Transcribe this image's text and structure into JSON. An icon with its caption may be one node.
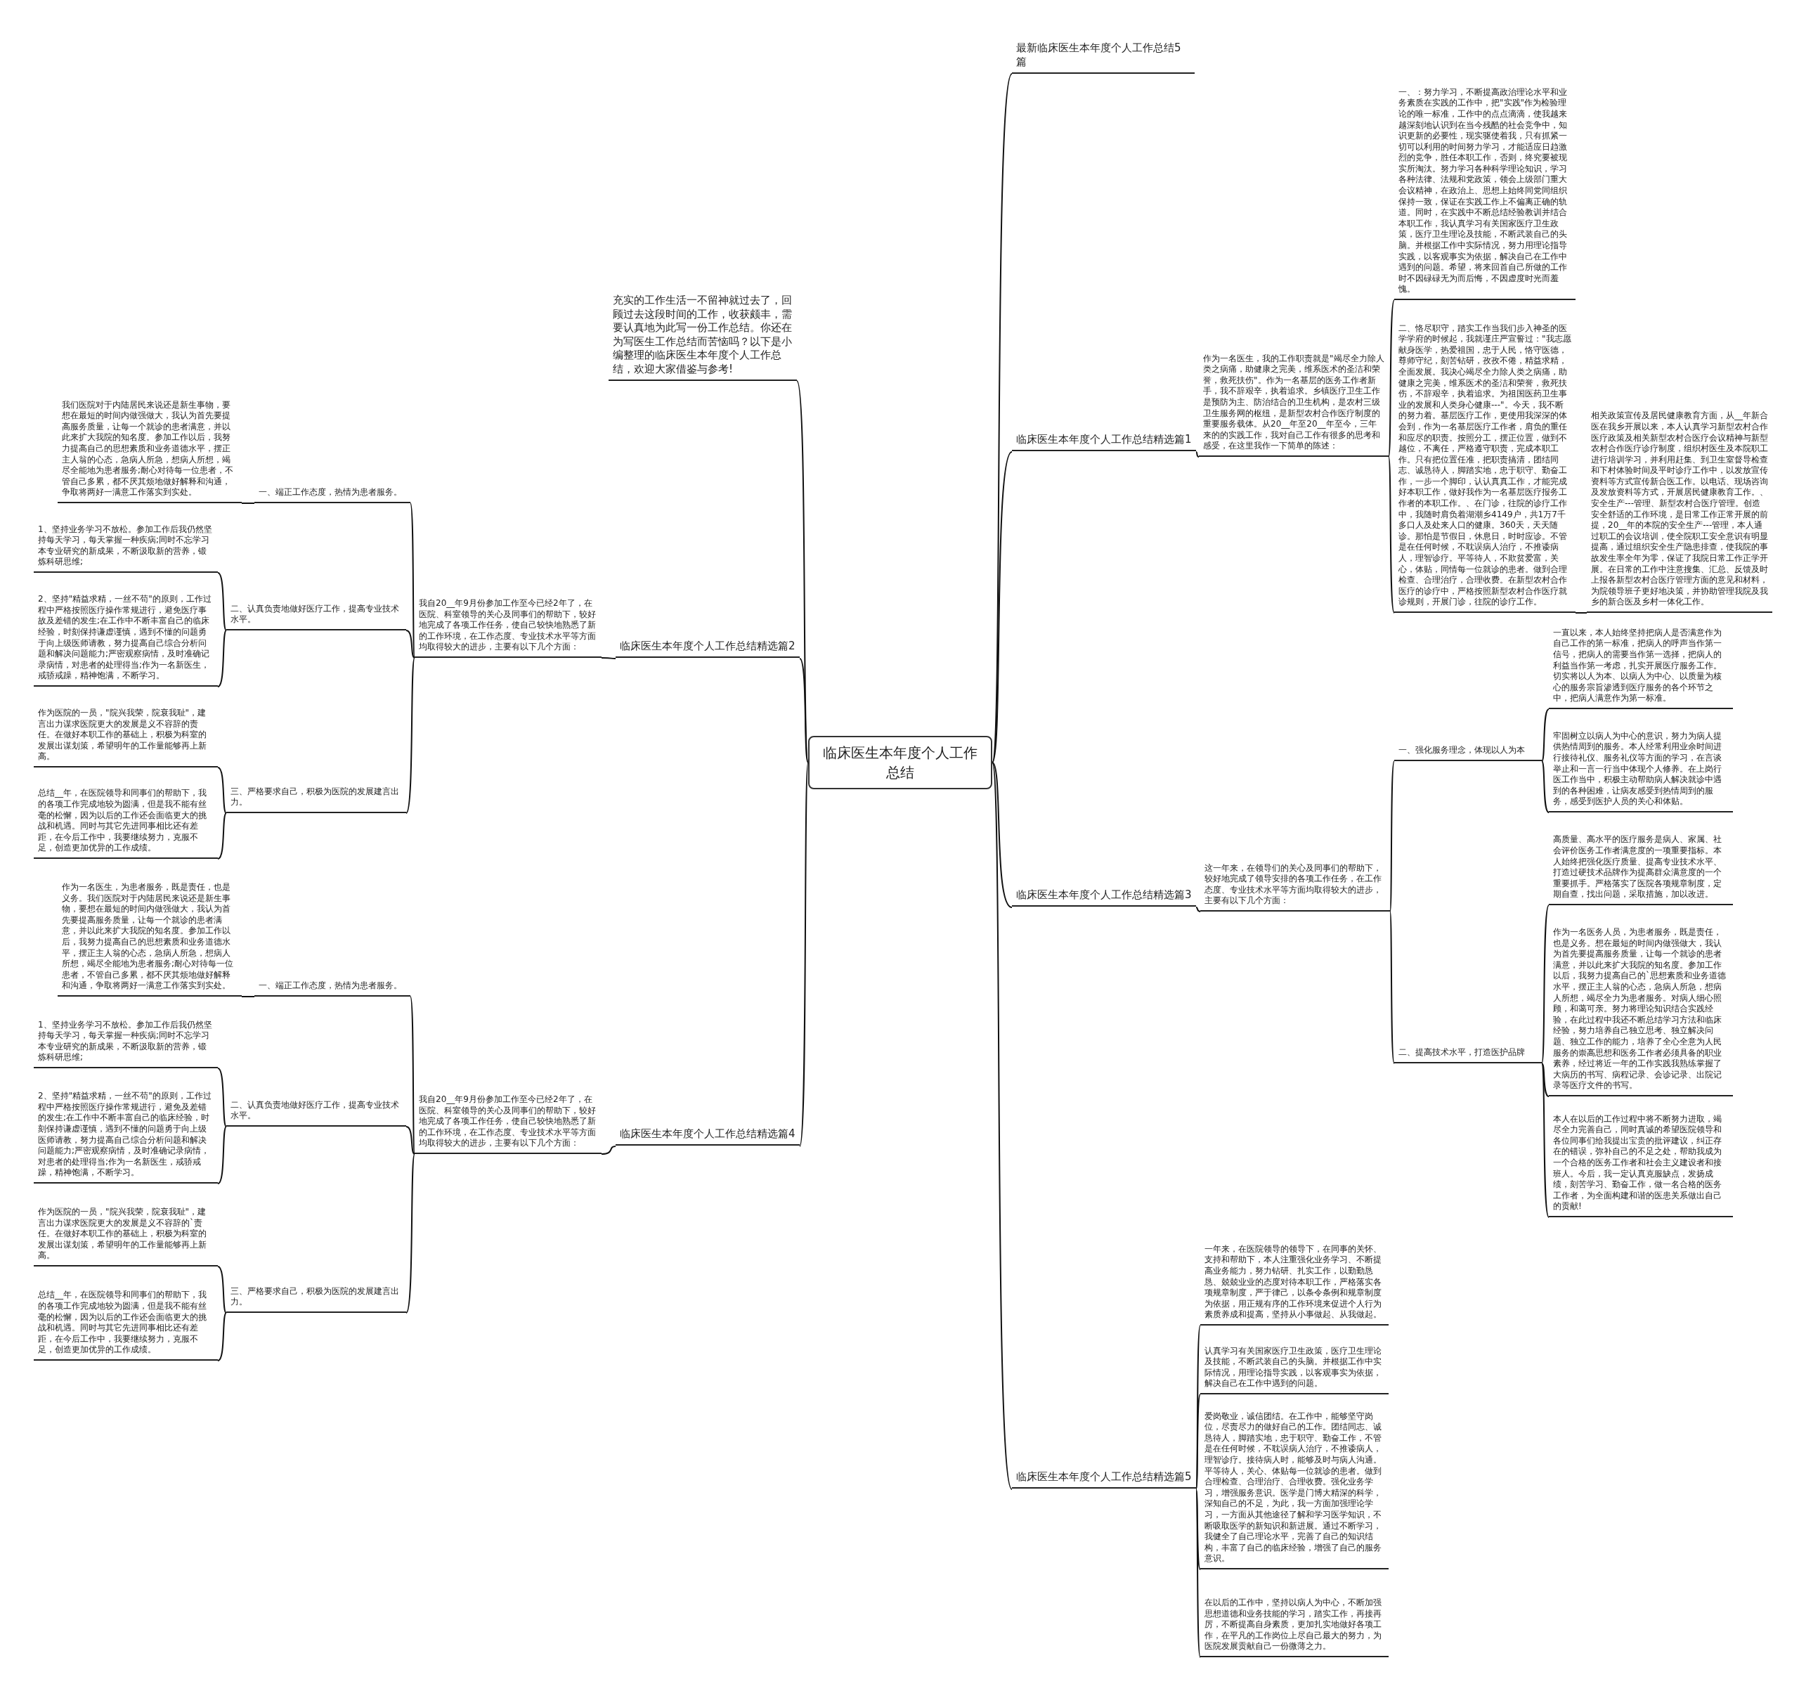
{
  "diagram": {
    "nodes": [
      {
        "text": [
          "临床医生本年度个人工作总结"
        ]
      },
      {
        "text": [
          "最新临床医生本年度个人工作总结5篇"
        ]
      },
      {
        "text": [
          "充实的工作生活一不留神就过去了，回顾过去这段时间的工作，收获颇丰，需要认真地为此写一份工作总结。你还在为写医生工作总结而苦恼吗？以下是小编整理的临床医生本年度个人工作总结，欢迎大家借鉴与参考!"
        ]
      },
      {
        "text": [
          "临床医生本年度个人工作总结精选篇1"
        ]
      },
      {
        "text": [
          "作为一名医生，我的工作职责就是\"竭尽全力除人类之病痛，助健康之完美，维系医术的圣洁和荣誉，救死扶伤\"。作为一名基层的医务工作者新手，我不辞艰辛，执着追求。乡镇医疗卫生工作是预防为主、防治结合的卫生机构，是农村三级卫生服务网的枢纽，是新型农村合作医疗制度的重要服务载体。从20__年至20__年至今，三年来的的实践工作，我对自己工作有很多的思考和感受，在这里我作一下简单的陈述："
        ]
      },
      {
        "text": [
          "一、：努力学习，不断提高政治理论水平和业务素质在实践的工作中，把\"实践\"作为检验理论的唯一标准，工作中的点点滴滴，使我越来越深刻地认识到在当今残酷的社会竞争中，知识更新的必要性，现实驱使着我，只有抓紧一切可以利用的时间努力学习，才能适应日趋激烈的竞争，胜任本职工作，否则，终究要被现实所淘汰。努力学习各种科学理论知识，学习各种法律、法规和党政策，领会上级部门重大会议精神，在政治上、思想上始终同党同组织保持一致，保证在实践工作上不偏离正确的轨道。同时，在实践中不断总结经验教训并结合本职工作，我认真学习有关国家医疗卫生政策，医疗卫生理论及技能，不断武装自己的头脑。并根据工作中实际情况，努力用理论指导实践，以客观事实为依据，解决自己在工作中遇到的问题。希望，将来回首自己所做的工作时不因碌碌无为而后悔，不因虚度时光而羞愧。"
        ]
      },
      {
        "text": [
          "二、恪尽职守，踏实工作当我们步入神圣的医学学府的时候起，我就谨庄严宣誓过：\"我志愿献身医学，热爱祖国，忠于人民，恪守医德，尊师守纪，刻苦钻研，孜孜不倦，精益求精，全面发展。我决心竭尽全力除人类之病痛，助健康之完美，维系医术的圣洁和荣誉，救死扶伤，不辞艰辛，执着追求。为祖国医药卫生事业的发展和人类身心健康---\"。今天，我不断的努力着。基层医疗工作，更使用我深深的体会到，作为一名基层医疗工作者，肩负的重任和应尽的职责。按照分工，摆正位置，做到不越位，不离任，严格遵守职责，完成本职工作。只有把位置任准，把职责搞清，团结同志、诚恳待人，脚踏实地，忠于职守、勤奋工作，一步一个脚印，认认真真工作，才能完成好本职工作，做好我作为一名基层医疗报务工作者的本职工作。、在门诊，往院的诊疗工作中，我随时肩负着湖潮乡4149户，共1万7千多口人及处来人口的健康。360天，天天随诊。那怕是节假日，休息日，时时应诊。不管是在任何时候，不耽误病人治疗，不推诿病人，理智诊疗。平等待人，不欺贫爱富，关心，体贴，同情每一位就诊的患者。做到合理检查、合理治疗，合理收费。在新型农村合作医疗的诊疗中，严格按照新型农村合作医疗就诊规则，开展门诊，往院的诊疗工作。"
        ]
      },
      {
        "text": [
          "相关政策宣传及居民健康教育方面，从__年新合医在我乡开展以来，本人认真学习新型农村合作医疗政策及相关新型农村合医疗会议精神与新型农村合作医疗诊疗制度，组织村医生及本院职工进行培训学习，并利用赶集、到卫生室督导检查和下村体验时间及平时诊疗工作中，以发放宣传资料等方式宣传新合医工作。以电话、现场咨询及发放资料等方式，开展居民健康教育工作。、安全生产---管理、新型农村合医疗管理。创造安全舒适的工作环境，是日常工作正常开展的前提，20__年的本院的安全生产---管理，本人通过职工的会议培训，使全院职工安全意识有明显提高，通过组织安全生产隐患排查，使我院的事故发生率全年为零，保证了我院日常工作正学开展。在日常的工作中注意搜集、汇总、反馈及时上报各新型农村合医疗管理方面的意见和材料，为院领导班子更好地决策，并协助管理我院及我乡的新合医及乡村一体化工作。"
        ]
      },
      {
        "text": [
          "临床医生本年度个人工作总结精选篇2"
        ]
      },
      {
        "text": [
          "我自20__年9月份参加工作至今已经2年了，在医院、科室领导的关心及同事们的帮助下，较好地完成了各项工作任务，使自己较快地熟悉了新的工作环境，在工作态度、专业技术水平等方面均取得较大的进步，主要有以下几个方面："
        ]
      },
      {
        "text": [
          "一、端正工作态度，热情为患者服务。"
        ]
      },
      {
        "text": [
          "我们医院对于内陆居民来说还是新生事物，要想在最短的时间内做强做大，我认为首先要提高服务质量，让每一个就诊的患者满意，并以此来扩大我院的知名度。参加工作以后，我努力提高自己的思想素质和业务道德水平，摆正主人翁的心态，急病人所急，想病人所想，竭尽全能地为患者服务;耐心对待每一位患者，不管自己多累，都不厌其烦地做好解释和沟通，争取将两好一满意工作落实到实处。"
        ]
      },
      {
        "text": [
          "二、认真负责地做好医疗工作，提高专业技术水平。"
        ]
      },
      {
        "text": [
          "1、坚持业务学习不放松。参加工作后我仍然坚持每天学习，每天掌握一种疾病;同时不忘学习本专业研究的新成果，不断汲取新的营养，锻炼科研思维;"
        ]
      },
      {
        "text": [
          "2、坚持\"精益求精，一丝不苟\"的原则，工作过程中严格按照医疗操作常规进行，避免医疗事故及差错的发生;在工作中不断丰富自己的临床经验，时刻保持谦虚谨慎，遇到不懂的问题勇于向上级医师请教，努力提高自己综合分析问题和解决问题能力;严密观察病情，及时准确记录病情，对患者的处理得当;作为一名新医生，戒骄戒躁，精神饱满，不断学习。"
        ]
      },
      {
        "text": [
          "三、严格要求自己，积极为医院的发展建言出力。"
        ]
      },
      {
        "text": [
          "作为医院的一员，\"院兴我荣，院衰我耻\"，建言出力谋求医院更大的发展是义不容辞的责任。在做好本职工作的基础上，积极为科室的发展出谋划策，希望明年的工作量能够再上新高。"
        ]
      },
      {
        "text": [
          "总结__年，在医院领导和同事们的帮助下，我的各项工作完成地较为圆满，但是我不能有丝毫的松懈，因为以后的工作还会面临更大的挑战和机遇。同时与其它先进同事相比还有差距，在今后工作中，我要继续努力，克服不足，创造更加优异的工作成绩。"
        ]
      },
      {
        "text": [
          "临床医生本年度个人工作总结精选篇3"
        ]
      },
      {
        "text": [
          "这一年来，在领导们的关心及同事们的帮助下，较好地完成了领导安排的各项工作任务，在工作态度、专业技术水平等方面均取得较大的进步，主要有以下几个方面："
        ]
      },
      {
        "text": [
          "一、强化服务理念，体现以人为本"
        ]
      },
      {
        "text": [
          "一直以来，本人始终坚持把病人是否满意作为自己工作的第一标准，把病人的呼声当作第一信号，把病人的需要当作第一选择，把病人的利益当作第一考虑，扎实开展医疗服务工作。切实将以人为本、以病人为中心、以质量为核心的服务宗旨渗透到医疗服务的各个环节之中，把病人满意作为第一标准。"
        ]
      },
      {
        "text": [
          "牢固树立以病人为中心的意识，努力为病人提供热情周到的服务。本人经常利用业余时间进行接待礼仪、服务礼仪等方面的学习，在言谈举止和一言一行当中体现个人修养。在上岗行医工作当中，积极主动帮助病人解决就诊中遇到的各种困难，让病友感受到热情周到的服务，感受到医护人员的关心和体贴。"
        ]
      },
      {
        "text": [
          "二、提高技术水平，打造医护品牌"
        ]
      },
      {
        "text": [
          "高质量、高水平的医疗服务是病人、家属、社会评价医务工作者满意度的一项重要指标。本人始终把强化医疗质量、提高专业技术水平、打造过硬技术品牌作为提高群众满意度的一个重要抓手。严格落实了医院各项规章制度，定期自查，找出问题，采取措施，加以改进。"
        ]
      },
      {
        "text": [
          "作为一名医务人员，为患者服务，既是责任，也是义务。想在最短的时间内做强做大，我认为首先要提高服务质量，让每一个就诊的患者满意，并以此来扩大我院的知名度。参加工作以后，我努力提高自己的`思想素质和业务道德水平，摆正主人翁的心态，急病人所急，想病人所想，竭尽全力为患者服务。对病人细心照顾，和蔼可亲。努力将理论知识结合实践经验，在此过程中我还不断总结学习方法和临床经验，努力培养自己独立思考、独立解决问题、独立工作的能力，培养了全心全意为人民服务的崇高思想和医务工作者必须具备的职业素养，经过将近一年的工作实践我熟练掌握了大病历的书写、病程记录、会诊记录、出院记录等医疗文件的书写。"
        ]
      },
      {
        "text": [
          "本人在以后的工作过程中将不断努力进取，竭尽全力完善自己，同时真诚的希望医院领导和各位同事们给我提出宝贵的批评建议，纠正存在的错误，弥补自己的不足之处，帮助我成为一个合格的医务工作者和社会主义建设者和接班人。今后，我一定认真克服缺点，发扬成绩，刻苦学习、勤奋工作，做一名合格的医务工作者，为全面构建和谐的医患关系做出自己的贡献!"
        ]
      },
      {
        "text": [
          "临床医生本年度个人工作总结精选篇4"
        ]
      },
      {
        "text": [
          "我自20__年9月份参加工作至今已经2年了，在医院、科室领导的关心及同事们的帮助下，较好地完成了各项工作任务，使自己较快地熟悉了新的工作环境，在工作态度、专业技术水平等方面均取得较大的进步，主要有以下几个方面："
        ]
      },
      {
        "text": [
          "一、端正工作态度，热情为患者服务。"
        ]
      },
      {
        "text": [
          "作为一名医生，为患者服务，既是责任，也是义务。我们医院对于内陆居民来说还是新生事物，要想在最短的时间内做强做大，我认为首先要提高服务质量，让每一个就诊的患者满意，并以此来扩大我院的知名度。参加工作以后，我努力提高自己的思想素质和业务道德水平，摆正主人翁的心态，急病人所急，想病人所想，竭尽全能地为患者服务;耐心对待每一位患者，不管自己多累，都不厌其烦地做好解释和沟通，争取将两好一满意工作落实到实处。"
        ]
      },
      {
        "text": [
          "二、认真负责地做好医疗工作，提高专业技术水平。"
        ]
      },
      {
        "text": [
          "1、坚持业务学习不放松。参加工作后我仍然坚持每天学习，每天掌握一种疾病;同时不忘学习本专业研究的新成果，不断汲取新的营养，锻炼科研思维;"
        ]
      },
      {
        "text": [
          "2、坚持\"精益求精，一丝不苟\"的原则，工作过程中严格按照医疗操作常规进行，避免及差错的发生;在工作中不断丰富自己的临床经验，时刻保持谦虚谨慎，遇到不懂的问题勇于向上级医师请教，努力提高自己综合分析问题和解决问题能力;严密观察病情，及时准确记录病情，对患者的处理得当;作为一名新医生，戒骄戒躁，精神饱满，不断学习。"
        ]
      },
      {
        "text": [
          "三、严格要求自己，积极为医院的发展建言出力。"
        ]
      },
      {
        "text": [
          "作为医院的一员，\"院兴我荣，院衰我耻\"，建言出力谋求医院更大的发展是义不容辞的`责任。在做好本职工作的基础上，积极为科室的发展出谋划策，希望明年的工作量能够再上新高。"
        ]
      },
      {
        "text": [
          "总结__年，在医院领导和同事们的帮助下，我的各项工作完成地较为圆满，但是我不能有丝毫的松懈，因为以后的工作还会面临更大的挑战和机遇。同时与其它先进同事相比还有差距，在今后工作中，我要继续努力，克服不足，创造更加优异的工作成绩。"
        ]
      },
      {
        "text": [
          "临床医生本年度个人工作总结精选篇5"
        ]
      },
      {
        "text": [
          "一年来，在医院领导的领导下，在同事的关怀、支持和帮助下，本人注重强化业务学习、不断提高业务能力，努力钻研、扎实工作，以勤勤恳恳、兢兢业业的态度对待本职工作，严格落实各项规章制度，严于律己，以条令条例和规章制度为依据，用正规有序的工作环境来促进个人行为素质养成和提高，坚持从小事做起、从我做起。"
        ]
      },
      {
        "text": [
          "认真学习有关国家医疗卫生政策，医疗卫生理论及技能，不断武装自己的头脑。并根据工作中实际情况，用理论指导实践，以客观事实为依据，解决自己在工作中遇到的问题。"
        ]
      },
      {
        "text": [
          "爱岗敬业，诚信团结。在工作中，能够坚守岗位，尽责尽力的做好自己的工作。团结同志、诚恳待人，脚踏实地，忠于职守、勤奋工作，不管是在任何时候，不耽误病人治疗，不推诿病人，理智诊疗。接待病人时，能够及时与病人沟通。平等待人，关心、体贴每一位就诊的患者。做到合理检查、合理治疗、合理收费。强化业务学习，增强服务意识。医学是门博大精深的科学，深知自己的不足，为此，我一方面加强理论学习，一方面从其他途径了解和学习医学知识，不断吸取医学的新知识和新进展。通过不断学习，我健全了自己理论水平，完善了自己的知识结构，丰富了自己的临床经验，增强了自己的服务意识。"
        ]
      },
      {
        "text": [
          "在以后的工作中，坚持以病人为中心，不断加强思想道德和业务技能的学习，踏实工作，再接再厉，不断提高自身素质，更加扎实地做好各项工作，在平凡的工作岗位上尽自己最大的努力，为医院发展贡献自己一份微薄之力。"
        ]
      }
    ],
    "edges": [
      {
        "from": 0,
        "to": 1,
        "arrow": "none"
      },
      {
        "from": 0,
        "to": 2,
        "arrow": "none"
      },
      {
        "from": 0,
        "to": 3,
        "arrow": "none"
      },
      {
        "from": 3,
        "to": 4,
        "arrow": "none"
      },
      {
        "from": 4,
        "to": 5,
        "arrow": "none"
      },
      {
        "from": 4,
        "to": 6,
        "arrow": "none"
      },
      {
        "from": 6,
        "to": 7,
        "arrow": "none"
      },
      {
        "from": 0,
        "to": 8,
        "arrow": "none"
      },
      {
        "from": 8,
        "to": 9,
        "arrow": "none"
      },
      {
        "from": 9,
        "to": 10,
        "arrow": "none"
      },
      {
        "from": 10,
        "to": 11,
        "arrow": "none"
      },
      {
        "from": 9,
        "to": 12,
        "arrow": "none"
      },
      {
        "from": 12,
        "to": 13,
        "arrow": "none"
      },
      {
        "from": 12,
        "to": 14,
        "arrow": "none"
      },
      {
        "from": 9,
        "to": 15,
        "arrow": "none"
      },
      {
        "from": 15,
        "to": 16,
        "arrow": "none"
      },
      {
        "from": 15,
        "to": 17,
        "arrow": "none"
      },
      {
        "from": 0,
        "to": 18,
        "arrow": "none"
      },
      {
        "from": 18,
        "to": 19,
        "arrow": "none"
      },
      {
        "from": 19,
        "to": 20,
        "arrow": "none"
      },
      {
        "from": 20,
        "to": 21,
        "arrow": "none"
      },
      {
        "from": 20,
        "to": 22,
        "arrow": "none"
      },
      {
        "from": 19,
        "to": 23,
        "arrow": "none"
      },
      {
        "from": 23,
        "to": 24,
        "arrow": "none"
      },
      {
        "from": 23,
        "to": 25,
        "arrow": "none"
      },
      {
        "from": 23,
        "to": 26,
        "arrow": "none"
      },
      {
        "from": 0,
        "to": 27,
        "arrow": "none"
      },
      {
        "from": 27,
        "to": 28,
        "arrow": "none"
      },
      {
        "from": 28,
        "to": 29,
        "arrow": "none"
      },
      {
        "from": 29,
        "to": 30,
        "arrow": "none"
      },
      {
        "from": 28,
        "to": 31,
        "arrow": "none"
      },
      {
        "from": 31,
        "to": 32,
        "arrow": "none"
      },
      {
        "from": 31,
        "to": 33,
        "arrow": "none"
      },
      {
        "from": 28,
        "to": 34,
        "arrow": "none"
      },
      {
        "from": 34,
        "to": 35,
        "arrow": "none"
      },
      {
        "from": 34,
        "to": 36,
        "arrow": "none"
      },
      {
        "from": 0,
        "to": 37,
        "arrow": "none"
      },
      {
        "from": 37,
        "to": 38,
        "arrow": "none"
      },
      {
        "from": 37,
        "to": 39,
        "arrow": "none"
      },
      {
        "from": 37,
        "to": 40,
        "arrow": "none"
      },
      {
        "from": 37,
        "to": 41,
        "arrow": "none"
      }
    ]
  }
}
